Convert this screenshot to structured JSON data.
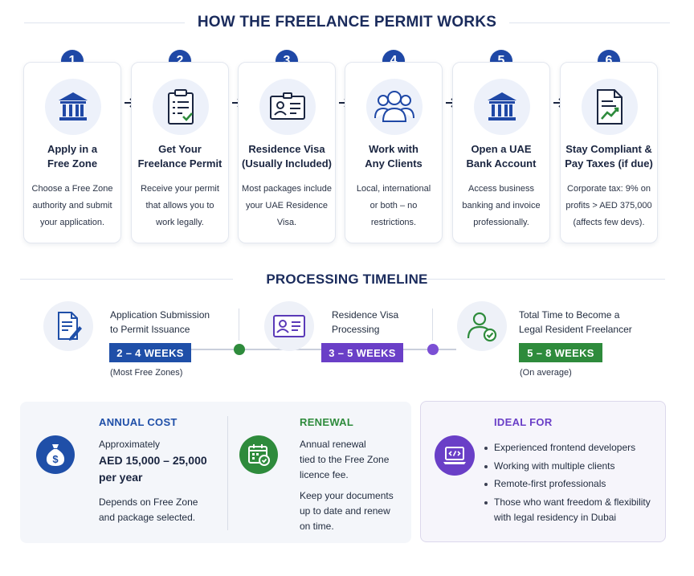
{
  "section1": {
    "title": "HOW THE FREELANCE PERMIT WORKS"
  },
  "steps": [
    {
      "num": "1",
      "title_lines": [
        "Apply in a",
        "Free Zone"
      ],
      "desc_lines": [
        "Choose a Free Zone",
        "authority and submit",
        "your application."
      ],
      "icon": "bank-icon"
    },
    {
      "num": "2",
      "title_lines": [
        "Get Your",
        "Freelance Permit"
      ],
      "desc_lines": [
        "Receive your permit",
        "that allows you to",
        "work legally."
      ],
      "icon": "clipboard-check-icon"
    },
    {
      "num": "3",
      "title_lines": [
        "Residence Visa",
        "(Usually Included)"
      ],
      "desc_lines": [
        "Most packages include",
        "your UAE Residence",
        "Visa."
      ],
      "icon": "id-card-icon"
    },
    {
      "num": "4",
      "title_lines": [
        "Work with",
        "Any Clients"
      ],
      "desc_lines": [
        "Local, international",
        "or both – no",
        "restrictions."
      ],
      "icon": "users-icon"
    },
    {
      "num": "5",
      "title_lines": [
        "Open a UAE",
        "Bank Account"
      ],
      "desc_lines": [
        "Access business",
        "banking and invoice",
        "professionally."
      ],
      "icon": "bank-icon"
    },
    {
      "num": "6",
      "title_lines": [
        "Stay Compliant &",
        "Pay Taxes (if due)"
      ],
      "desc_lines": [
        "Corporate tax: 9% on",
        "profits > AED 375,000",
        "(affects few devs)."
      ],
      "icon": "document-chart-icon"
    }
  ],
  "section2": {
    "title": "PROCESSING TIMELINE"
  },
  "timeline": [
    {
      "label_lines": [
        "Application Submission",
        "to Permit Issuance"
      ],
      "badge": "2 – 4 WEEKS",
      "note": "(Most Free Zones)",
      "color": "#1f4fa8",
      "icon": "document-pen-icon"
    },
    {
      "label_lines": [
        "Residence Visa",
        "Processing"
      ],
      "badge": "3 – 5 WEEKS",
      "note": "",
      "color": "#6a3fc7",
      "icon": "id-card-icon"
    },
    {
      "label_lines": [
        "Total Time to Become a",
        "Legal Resident Freelancer"
      ],
      "badge": "5 – 8 WEEKS",
      "note": "(On average)",
      "color": "#2e8b3c",
      "icon": "user-check-icon"
    }
  ],
  "annual": {
    "heading": "ANNUAL COST",
    "intro": "Approximately",
    "amount": "AED 15,000 – 25,000",
    "period": "per year",
    "note_lines": [
      "Depends on Free Zone",
      "and package selected."
    ],
    "color": "#1f4fa8",
    "icon": "money-bag-icon"
  },
  "renewal": {
    "heading": "RENEWAL",
    "text_lines": [
      "Annual renewal",
      "tied to the Free Zone",
      "licence fee."
    ],
    "note_lines": [
      "Keep your documents",
      "up to date and renew",
      "on time."
    ],
    "color": "#2e8b3c",
    "icon": "calendar-check-icon"
  },
  "ideal": {
    "heading": "IDEAL FOR",
    "items": [
      "Experienced frontend developers",
      "Working with multiple clients",
      "Remote-first professionals",
      "Those who want freedom & flexibility with legal residency in Dubai"
    ],
    "color": "#6a3fc7",
    "icon": "laptop-code-icon"
  }
}
